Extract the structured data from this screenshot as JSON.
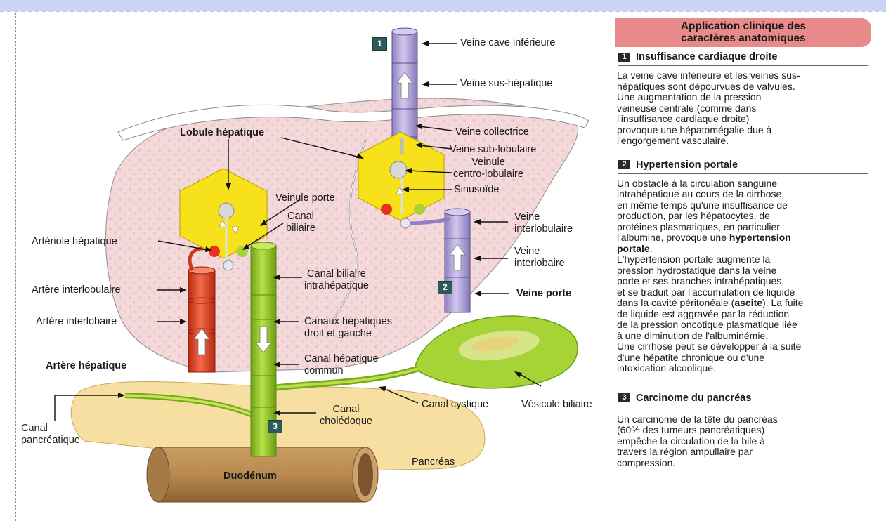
{
  "labels": {
    "vci": "Veine cave inférieure",
    "sus_hep": "Veine sus-hépatique",
    "collectrice": "Veine collectrice",
    "sub_lob": "Veine sub-lobulaire",
    "veinule_centro_1": "Veinule",
    "veinule_centro_2": "centro-lobulaire",
    "sinusoide": "Sinusoïde",
    "lobule": "Lobule hépatique",
    "veinule_porte": "Veinule porte",
    "canal_biliaire_1": "Canal",
    "canal_biliaire_2": "biliaire",
    "arteriole": "Artériole hépatique",
    "v_interlobulaire_1": "Veine",
    "v_interlobulaire_2": "interlobulaire",
    "v_interlobaire_1": "Veine",
    "v_interlobaire_2": "interlobaire",
    "veine_porte": "Veine porte",
    "canal_bil_intra_1": "Canal biliaire",
    "canal_bil_intra_2": "intrahépatique",
    "art_interlobulaire": "Artère interlobulaire",
    "art_interlobaire": "Artère interlobaire",
    "art_hep": "Artère hépatique",
    "canaux_hep_1": "Canaux hépatiques",
    "canaux_hep_2": "droit et gauche",
    "canal_hep_comm_1": "Canal hépatique",
    "canal_hep_comm_2": "commun",
    "canal_cystique": "Canal cystique",
    "vesicule": "Vésicule biliaire",
    "canal_chol_1": "Canal",
    "canal_chol_2": "cholédoque",
    "canal_panc_1": "Canal",
    "canal_panc_2": "pancréatique",
    "pancreas": "Pancréas",
    "duodenum": "Duodénum",
    "num1": "1",
    "num2": "2",
    "num3": "3"
  },
  "panel": {
    "title_1": "Application clinique des",
    "title_2": "caractères anatomiques",
    "sections": [
      {
        "num": "1",
        "heading": "Insuffisance cardiaque droite",
        "lines": [
          "La veine cave inférieure et les veines sus-",
          "hépatiques sont dépourvues de valvules.",
          "Une augmentation de la pression",
          "veineuse centrale (comme dans",
          "l'insuffisance cardiaque droite)",
          "provoque une hépatomégalie due à",
          "l'engorgement vasculaire."
        ]
      },
      {
        "num": "2",
        "heading": "Hypertension portale",
        "lines": [
          "Un obstacle à la circulation sanguine",
          "intrahépatique au cours de la cirrhose,",
          "en même temps qu'une insuffisance de",
          "production, par les hépatocytes, de",
          "protéines plasmatiques, en particulier",
          "l'albumine, provoque une",
          "hypertension",
          "portale",
          ".",
          "L'hypertension portale augmente la",
          "pression hydrostatique dans la veine",
          "porte et ses branches intrahépatiques,",
          "et se traduit par l'accumulation de liquide",
          "dans la cavité péritonéale (",
          "ascite",
          "). La fuite",
          "de liquide est aggravée par la réduction",
          "de la pression oncotique plasmatique liée",
          "à une diminution de l'albuminémie.",
          "Une cirrhose peut se développer à la suite",
          "d'une hépatite chronique ou d'une",
          "intoxication alcoolique."
        ]
      },
      {
        "num": "3",
        "heading": "Carcinome du pancréas",
        "lines": [
          "Un carcinome de la tête du pancréas",
          "(60% des tumeurs pancréatiques)",
          "empêche la circulation de la bile à",
          "travers la région ampullaire par",
          "compression."
        ]
      }
    ]
  },
  "colors": {
    "liver": "#f3d6d8",
    "lobule": "#f7e11a",
    "vein": "#b7a9d8",
    "artery": "#e8452a",
    "bile": "#9ccc2c",
    "pancreas": "#f6dfa0",
    "duodenum": "#b58a52",
    "title_bg": "#e98a8a"
  }
}
